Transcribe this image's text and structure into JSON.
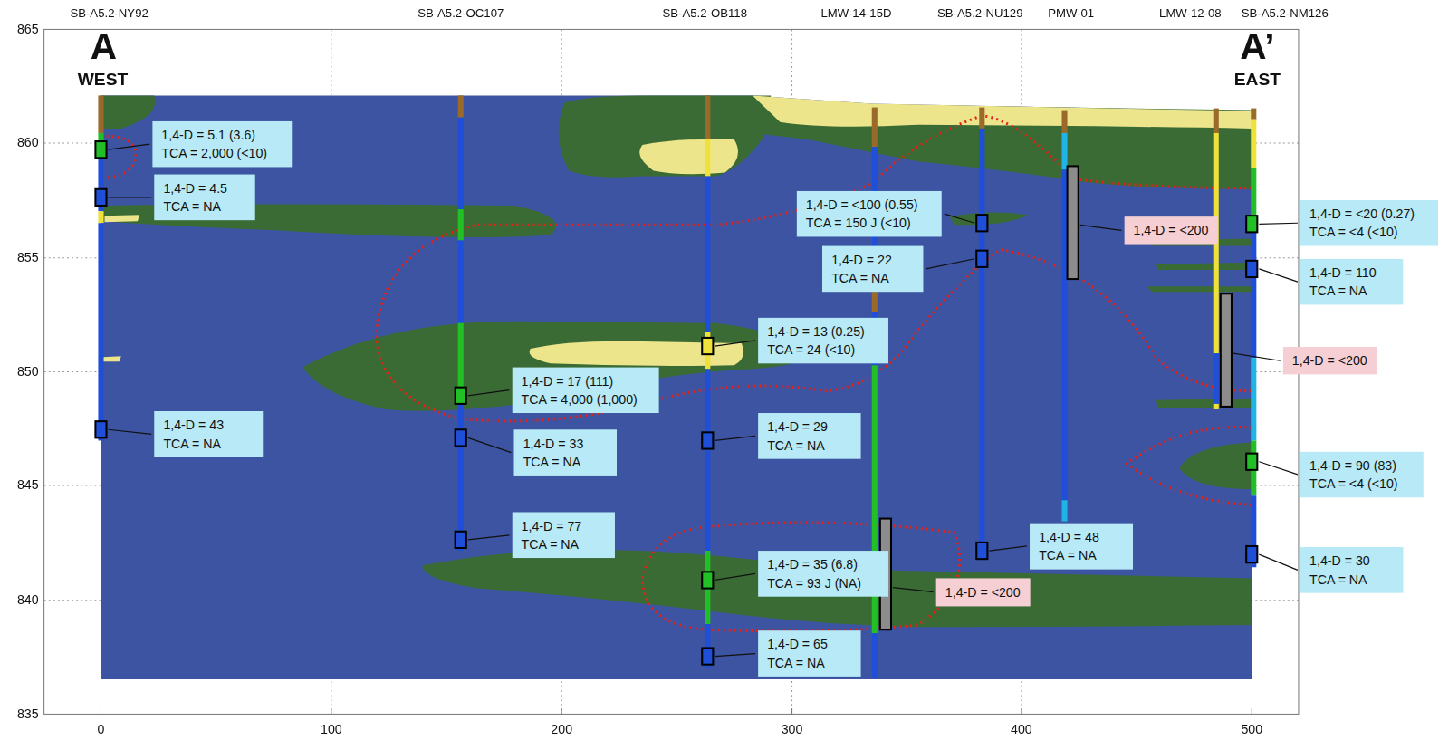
{
  "diagram": {
    "nodes": [
      {
        "text": [
          "1,4-D = 5.1 (3.6)",
          "TCA = 2,000 (<10)"
        ]
      },
      {
        "text": [
          "1,4-D = 4.5",
          "TCA = NA"
        ]
      },
      {
        "text": [
          "1,4-D = 43",
          "TCA = NA"
        ]
      },
      {
        "text": [
          "1,4-D = 17 (111)",
          "TCA = 4,000 (1,000)"
        ]
      },
      {
        "text": [
          "1,4-D = 33",
          "TCA = NA"
        ]
      },
      {
        "text": [
          "1,4-D = 77",
          "TCA = NA"
        ]
      },
      {
        "text": [
          "1,4-D = 13 (0.25)",
          "TCA = 24 (<10)"
        ]
      },
      {
        "text": [
          "1,4-D = 29",
          "TCA = NA"
        ]
      },
      {
        "text": [
          "1,4-D = 35 (6.8)",
          "TCA = 93 J (NA)"
        ]
      },
      {
        "text": [
          "1,4-D = 65",
          "TCA = NA"
        ]
      },
      {
        "text": [
          "1,4-D = <100 (0.55)",
          "TCA = 150 J (<10)"
        ]
      },
      {
        "text": [
          "1,4-D = 22",
          "TCA = NA"
        ]
      },
      {
        "text": [
          "1,4-D = 48",
          "TCA = NA"
        ]
      },
      {
        "text": [
          "1,4-D = <200"
        ]
      },
      {
        "text": [
          "1,4-D = <200"
        ]
      },
      {
        "text": [
          "1,4-D = <200"
        ]
      },
      {
        "text": [
          "1,4-D = <20 (0.27)",
          "TCA = <4 (<10)"
        ]
      },
      {
        "text": [
          "1,4-D = 110",
          "TCA = NA"
        ]
      },
      {
        "text": [
          "1,4-D = 90 (83)",
          "TCA = <4 (<10)"
        ]
      },
      {
        "text": [
          "1,4-D = 30",
          "TCA = NA"
        ]
      }
    ],
    "labels": [
      "SB-A5.2-NY92",
      "SB-A5.2-OC107",
      "SB-A5.2-OB118",
      "LMW-14-15D",
      "SB-A5.2-NU129",
      "PMW-01",
      "LMW-12-08",
      "SB-A5.2-NM126",
      "A",
      "WEST",
      "A’",
      "EAST",
      "865",
      "860",
      "855",
      "850",
      "845",
      "840",
      "835",
      "0",
      "100",
      "200",
      "300",
      "400",
      "500"
    ]
  }
}
